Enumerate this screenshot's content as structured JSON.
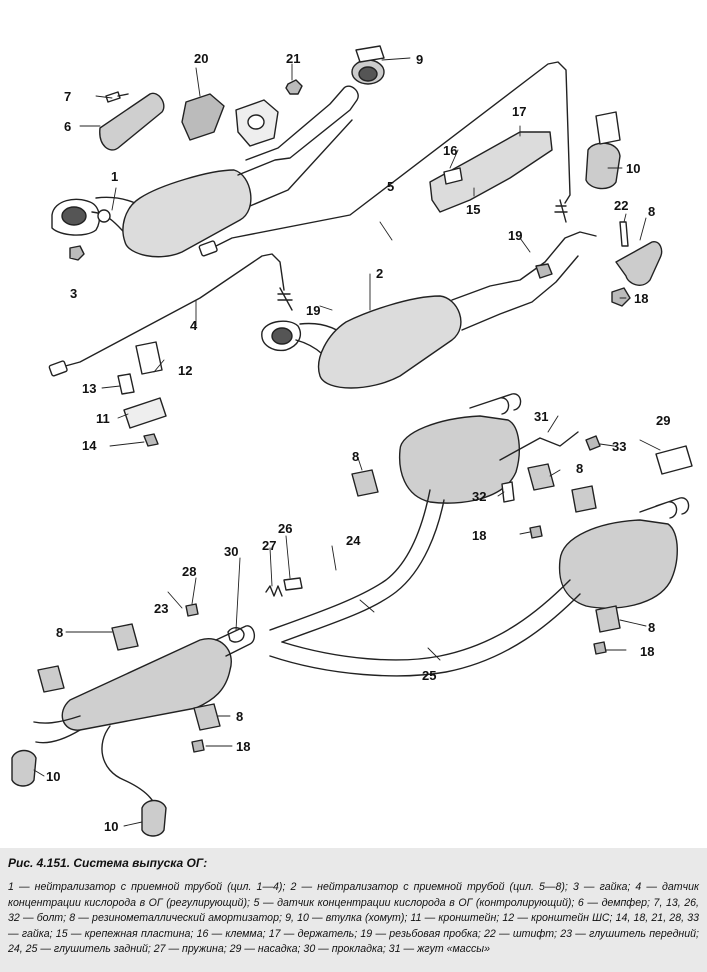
{
  "callouts": [
    {
      "id": "c1",
      "text": "1"
    },
    {
      "id": "c2",
      "text": "2"
    },
    {
      "id": "c3",
      "text": "3"
    },
    {
      "id": "c4",
      "text": "4"
    },
    {
      "id": "c5",
      "text": "5"
    },
    {
      "id": "c6",
      "text": "6"
    },
    {
      "id": "c7",
      "text": "7"
    },
    {
      "id": "c8a",
      "text": "8"
    },
    {
      "id": "c8b",
      "text": "8"
    },
    {
      "id": "c8c",
      "text": "8"
    },
    {
      "id": "c8d",
      "text": "8"
    },
    {
      "id": "c8e",
      "text": "8"
    },
    {
      "id": "c8f",
      "text": "8"
    },
    {
      "id": "c9",
      "text": "9"
    },
    {
      "id": "c10a",
      "text": "10"
    },
    {
      "id": "c10b",
      "text": "10"
    },
    {
      "id": "c10c",
      "text": "10"
    },
    {
      "id": "c11",
      "text": "11"
    },
    {
      "id": "c12",
      "text": "12"
    },
    {
      "id": "c13",
      "text": "13"
    },
    {
      "id": "c14",
      "text": "14"
    },
    {
      "id": "c15",
      "text": "15"
    },
    {
      "id": "c16",
      "text": "16"
    },
    {
      "id": "c17",
      "text": "17"
    },
    {
      "id": "c18a",
      "text": "18"
    },
    {
      "id": "c18b",
      "text": "18"
    },
    {
      "id": "c18c",
      "text": "18"
    },
    {
      "id": "c18d",
      "text": "18"
    },
    {
      "id": "c19a",
      "text": "19"
    },
    {
      "id": "c19b",
      "text": "19"
    },
    {
      "id": "c20",
      "text": "20"
    },
    {
      "id": "c21",
      "text": "21"
    },
    {
      "id": "c22",
      "text": "22"
    },
    {
      "id": "c23",
      "text": "23"
    },
    {
      "id": "c24",
      "text": "24"
    },
    {
      "id": "c25",
      "text": "25"
    },
    {
      "id": "c26",
      "text": "26"
    },
    {
      "id": "c27",
      "text": "27"
    },
    {
      "id": "c28",
      "text": "28"
    },
    {
      "id": "c29",
      "text": "29"
    },
    {
      "id": "c30",
      "text": "30"
    },
    {
      "id": "c31",
      "text": "31"
    },
    {
      "id": "c32",
      "text": "32"
    },
    {
      "id": "c33",
      "text": "33"
    }
  ],
  "caption": {
    "title": "Рис. 4.151. Система выпуска ОГ:",
    "legend": "1 — нейтрализатор с приемной трубой (цил. 1—4); 2 — нейтрализатор с приемной трубой (цил. 5—8); 3 — гайка; 4 — датчик концентрации кислорода в ОГ (регулирующий); 5 — датчик концентрации кислорода в ОГ (контролирующий); 6 — демпфер; 7, 13, 26, 32 — болт; 8 — резинометаллический амортизатор; 9, 10 — втулка (хомут); 11 — кронштейн; 12 — кронштейн ШС; 14, 18, 21, 28, 33 — гайка; 15 — крепежная пластина; 16 — клемма; 17 — держатель; 19 — резьбовая пробка; 22 — штифт; 23 — глушитель передний; 24, 25 — глушитель задний; 27 — пружина; 29 — насадка; 30 — прокладка; 31 — жгут «массы»"
  }
}
